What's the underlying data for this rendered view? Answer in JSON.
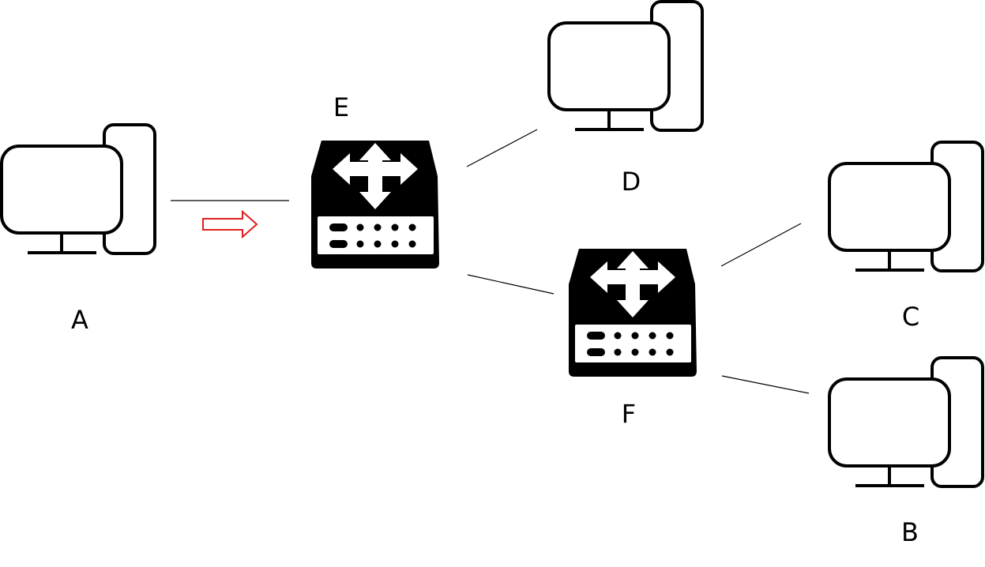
{
  "nodes": {
    "A": {
      "label": "A",
      "icon": "desktop-computer-icon"
    },
    "B": {
      "label": "B",
      "icon": "desktop-computer-icon"
    },
    "C": {
      "label": "C",
      "icon": "desktop-computer-icon"
    },
    "D": {
      "label": "D",
      "icon": "desktop-computer-icon"
    },
    "E": {
      "label": "E",
      "icon": "router-icon"
    },
    "F": {
      "label": "F",
      "icon": "router-icon"
    }
  },
  "links": [
    {
      "from": "A",
      "to": "E"
    },
    {
      "from": "E",
      "to": "D"
    },
    {
      "from": "E",
      "to": "F"
    },
    {
      "from": "F",
      "to": "C"
    },
    {
      "from": "F",
      "to": "B"
    }
  ],
  "flow_arrow": {
    "from": "A",
    "to": "E",
    "icon": "right-arrow-icon",
    "color": "#e02020"
  },
  "colors": {
    "device": "#000000",
    "line": "#000000",
    "router_face": "#ffffff"
  }
}
